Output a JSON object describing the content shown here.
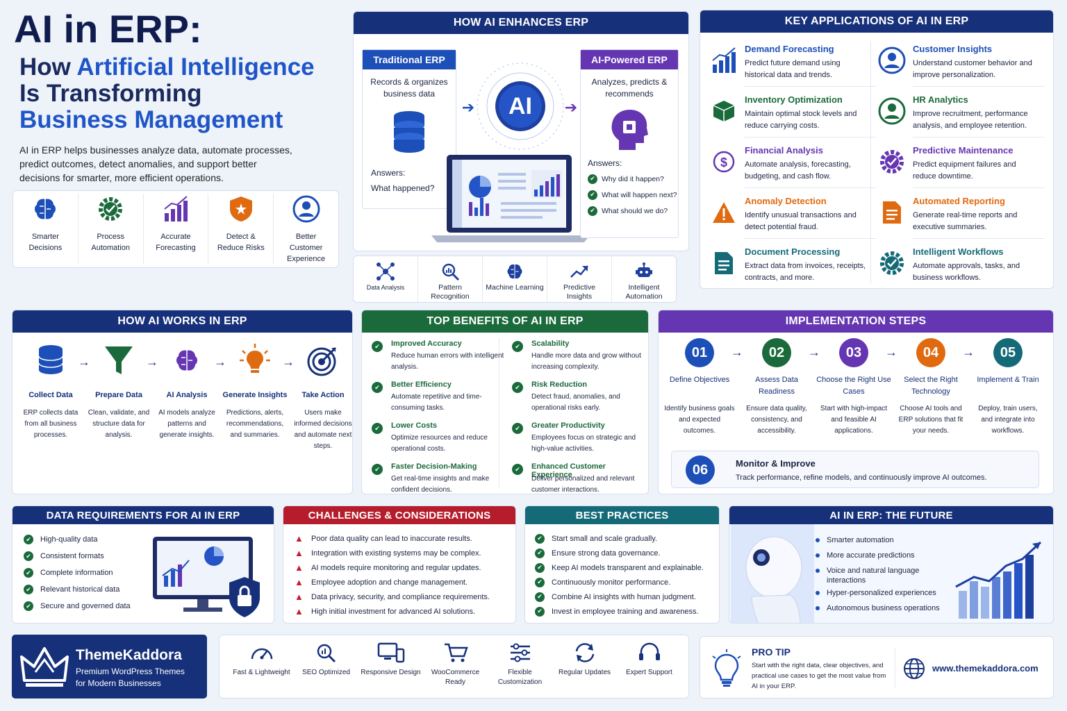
{
  "hero": {
    "title_line1": "AI in ERP:",
    "title_how": "How ",
    "title_ai": "Artificial Intelligence",
    "title_line3": "Is Transforming",
    "title_line4": "Business Management",
    "description": "AI in ERP helps businesses analyze data, automate processes, predict outcomes, detect anomalies, and support better decisions for smarter, more efficient operations.",
    "benefits": [
      {
        "icon": "brain-icon",
        "label": "Smarter Decisions"
      },
      {
        "icon": "gear-check-icon",
        "label": "Process Automation"
      },
      {
        "icon": "bar-chart-icon",
        "label": "Accurate Forecasting"
      },
      {
        "icon": "shield-icon",
        "label": "Detect & Reduce Risks"
      },
      {
        "icon": "user-icon",
        "label": "Better Customer Experience"
      }
    ]
  },
  "enhance": {
    "header": "HOW AI ENHANCES ERP",
    "traditional": {
      "title": "Traditional ERP",
      "desc": "Records & organizes business data",
      "answers_label": "Answers:",
      "answer": "What happened?"
    },
    "ai_badge": "AI",
    "powered": {
      "title": "AI-Powered ERP",
      "desc": "Analyzes, predicts & recommends",
      "answers_label": "Answers:",
      "answers": [
        "Why did it happen?",
        "What will happen next?",
        "What should we do?"
      ]
    },
    "capabilities": [
      {
        "icon": "network-icon",
        "label": "Data Analysis"
      },
      {
        "icon": "magnifier-icon",
        "label": "Pattern Recognition"
      },
      {
        "icon": "brain-icon",
        "label": "Machine Learning"
      },
      {
        "icon": "trend-icon",
        "label": "Predictive Insights"
      },
      {
        "icon": "robot-icon",
        "label": "Intelligent Automation"
      }
    ]
  },
  "keyapps": {
    "header": "KEY APPLICATIONS OF AI IN ERP",
    "items": [
      {
        "title": "Demand Forecasting",
        "desc": "Predict future demand using historical data and trends.",
        "color": "#1d4fb8"
      },
      {
        "title": "Customer Insights",
        "desc": "Understand customer behavior and improve personalization.",
        "color": "#1d4fb8"
      },
      {
        "title": "Inventory Optimization",
        "desc": "Maintain optimal stock levels and reduce carrying costs.",
        "color": "#1b6a3c"
      },
      {
        "title": "HR Analytics",
        "desc": "Improve recruitment, performance analysis, and employee retention.",
        "color": "#1b6a3c"
      },
      {
        "title": "Financial Analysis",
        "desc": "Automate analysis, forecasting, budgeting, and cash flow.",
        "color": "#6536b2"
      },
      {
        "title": "Predictive Maintenance",
        "desc": "Predict equipment failures and reduce downtime.",
        "color": "#6536b2"
      },
      {
        "title": "Anomaly Detection",
        "desc": "Identify unusual transactions and detect potential fraud.",
        "color": "#e06a10"
      },
      {
        "title": "Automated Reporting",
        "desc": "Generate real-time reports and executive summaries.",
        "color": "#e06a10"
      },
      {
        "title": "Document Processing",
        "desc": "Extract data from invoices, receipts, contracts, and more.",
        "color": "#156a78"
      },
      {
        "title": "Intelligent Workflows",
        "desc": "Automate approvals, tasks, and business workflows.",
        "color": "#156a78"
      }
    ]
  },
  "works": {
    "header": "HOW AI WORKS IN ERP",
    "steps": [
      {
        "title": "Collect Data",
        "desc": "ERP collects data from all business processes."
      },
      {
        "title": "Prepare Data",
        "desc": "Clean, validate, and structure data for analysis."
      },
      {
        "title": "AI Analysis",
        "desc": "AI models analyze patterns and generate insights."
      },
      {
        "title": "Generate Insights",
        "desc": "Predictions, alerts, recommendations, and summaries."
      },
      {
        "title": "Take Action",
        "desc": "Users make informed decisions and automate next steps."
      }
    ]
  },
  "benefits": {
    "header": "TOP BENEFITS OF AI IN ERP",
    "items": [
      {
        "title": "Improved Accuracy",
        "desc": "Reduce human errors with intelligent analysis."
      },
      {
        "title": "Scalability",
        "desc": "Handle more data and grow without increasing complexity."
      },
      {
        "title": "Better Efficiency",
        "desc": "Automate repetitive and time-consuming tasks."
      },
      {
        "title": "Risk Reduction",
        "desc": "Detect fraud, anomalies, and operational risks early."
      },
      {
        "title": "Lower Costs",
        "desc": "Optimize resources and reduce operational costs."
      },
      {
        "title": "Greater Productivity",
        "desc": "Employees focus on strategic and high-value activities."
      },
      {
        "title": "Faster Decision-Making",
        "desc": "Get real-time insights and make confident decisions."
      },
      {
        "title": "Enhanced Customer Experience",
        "desc": "Deliver personalized and relevant customer interactions."
      }
    ]
  },
  "impl": {
    "header": "IMPLEMENTATION STEPS",
    "steps": [
      {
        "num": "01",
        "title": "Define Objectives",
        "desc": "Identify business goals and expected outcomes.",
        "color": "#1d4fb8"
      },
      {
        "num": "02",
        "title": "Assess Data Readiness",
        "desc": "Ensure data quality, consistency, and accessibility.",
        "color": "#1b6a3c"
      },
      {
        "num": "03",
        "title": "Choose the Right Use Cases",
        "desc": "Start with high-impact and feasible AI applications.",
        "color": "#6536b2"
      },
      {
        "num": "04",
        "title": "Select the Right Technology",
        "desc": "Choose AI tools and ERP solutions that fit your needs.",
        "color": "#e06a10"
      },
      {
        "num": "05",
        "title": "Implement & Train",
        "desc": "Deploy, train users, and integrate into workflows.",
        "color": "#156a78"
      }
    ],
    "step6": {
      "num": "06",
      "title": "Monitor & Improve",
      "desc": "Track performance, refine models, and continuously improve AI outcomes."
    }
  },
  "datareq": {
    "header": "DATA REQUIREMENTS FOR AI IN ERP",
    "items": [
      "High-quality data",
      "Consistent formats",
      "Complete information",
      "Relevant historical data",
      "Secure and governed data"
    ]
  },
  "challenges": {
    "header": "CHALLENGES & CONSIDERATIONS",
    "items": [
      "Poor data quality can lead to inaccurate results.",
      "Integration with existing systems may be complex.",
      "AI models require monitoring and regular updates.",
      "Employee adoption and change management.",
      "Data privacy, security, and compliance requirements.",
      "High initial investment for advanced AI solutions."
    ]
  },
  "practices": {
    "header": "BEST PRACTICES",
    "items": [
      "Start small and scale gradually.",
      "Ensure strong data governance.",
      "Keep AI models transparent and explainable.",
      "Continuously monitor performance.",
      "Combine AI insights with human judgment.",
      "Invest in employee training and awareness."
    ]
  },
  "future": {
    "header": "AI IN ERP: THE FUTURE",
    "items": [
      "Smarter automation",
      "More accurate predictions",
      "Voice and natural language interactions",
      "Hyper-personalized experiences",
      "Autonomous business operations"
    ]
  },
  "brand": {
    "name": "ThemeKaddora",
    "tagline1": "Premium WordPress Themes",
    "tagline2": "for Modern Businesses",
    "features": [
      {
        "icon": "speedometer-icon",
        "label": "Fast & Lightweight"
      },
      {
        "icon": "seo-icon",
        "label": "SEO Optimized"
      },
      {
        "icon": "devices-icon",
        "label": "Responsive Design"
      },
      {
        "icon": "cart-icon",
        "label": "WooCommerce Ready"
      },
      {
        "icon": "sliders-icon",
        "label": "Flexible Customization"
      },
      {
        "icon": "refresh-icon",
        "label": "Regular Updates"
      },
      {
        "icon": "headset-icon",
        "label": "Expert Support"
      }
    ]
  },
  "protip": {
    "title": "PRO TIP",
    "text": "Start with the right data, clear objectives, and practical use cases to get the most value from AI in your ERP.",
    "website": "www.themekaddora.com"
  }
}
